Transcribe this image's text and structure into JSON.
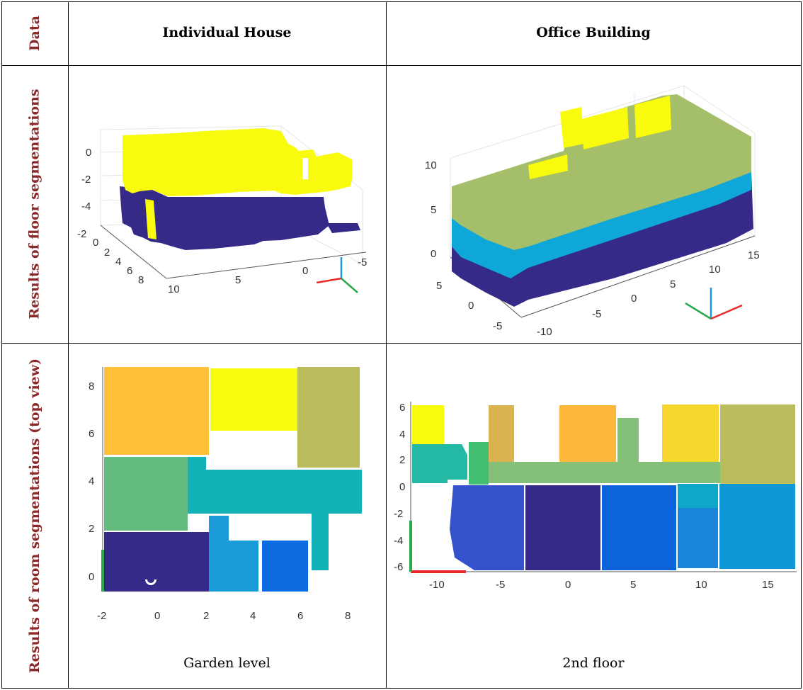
{
  "row_headers": {
    "data": "Data",
    "floor": "Results of floor segmentations",
    "room": "Results of room segmentations (top view)"
  },
  "col_headers": {
    "house": "Individual House",
    "office": "Office Building"
  },
  "captions": {
    "house": "Garden level",
    "office": "2nd floor"
  },
  "house_floor_ticks": {
    "z": [
      "0",
      "-2",
      "-4"
    ],
    "x": [
      "-2",
      "0",
      "2",
      "4",
      "6",
      "8"
    ],
    "y": [
      "10",
      "5",
      "0",
      "-5"
    ]
  },
  "office_floor_ticks": {
    "z": [
      "10",
      "5",
      "0"
    ],
    "x": [
      "5",
      "0",
      "-5"
    ],
    "y": [
      "-10",
      "-5",
      "0",
      "5",
      "10",
      "15"
    ]
  },
  "house_room_ticks": {
    "x": [
      "-2",
      "0",
      "2",
      "4",
      "6",
      "8"
    ],
    "y": [
      "8",
      "6",
      "4",
      "2",
      "0"
    ]
  },
  "office_room_ticks": {
    "x": [
      "-10",
      "-5",
      "0",
      "5",
      "10",
      "15"
    ],
    "y": [
      "6",
      "4",
      "2",
      "0",
      "-2",
      "-4",
      "-6"
    ]
  },
  "colors": {
    "dark_blue": "#352a87",
    "yellow": "#f9fb0e",
    "olive_green": "#a5be6a",
    "cyan": "#0ea7d8",
    "axis_red": "#e82a2a",
    "axis_green": "#2aa84a",
    "axis_blue": "#1a9ad8",
    "header_red": "#8b2a2a"
  }
}
